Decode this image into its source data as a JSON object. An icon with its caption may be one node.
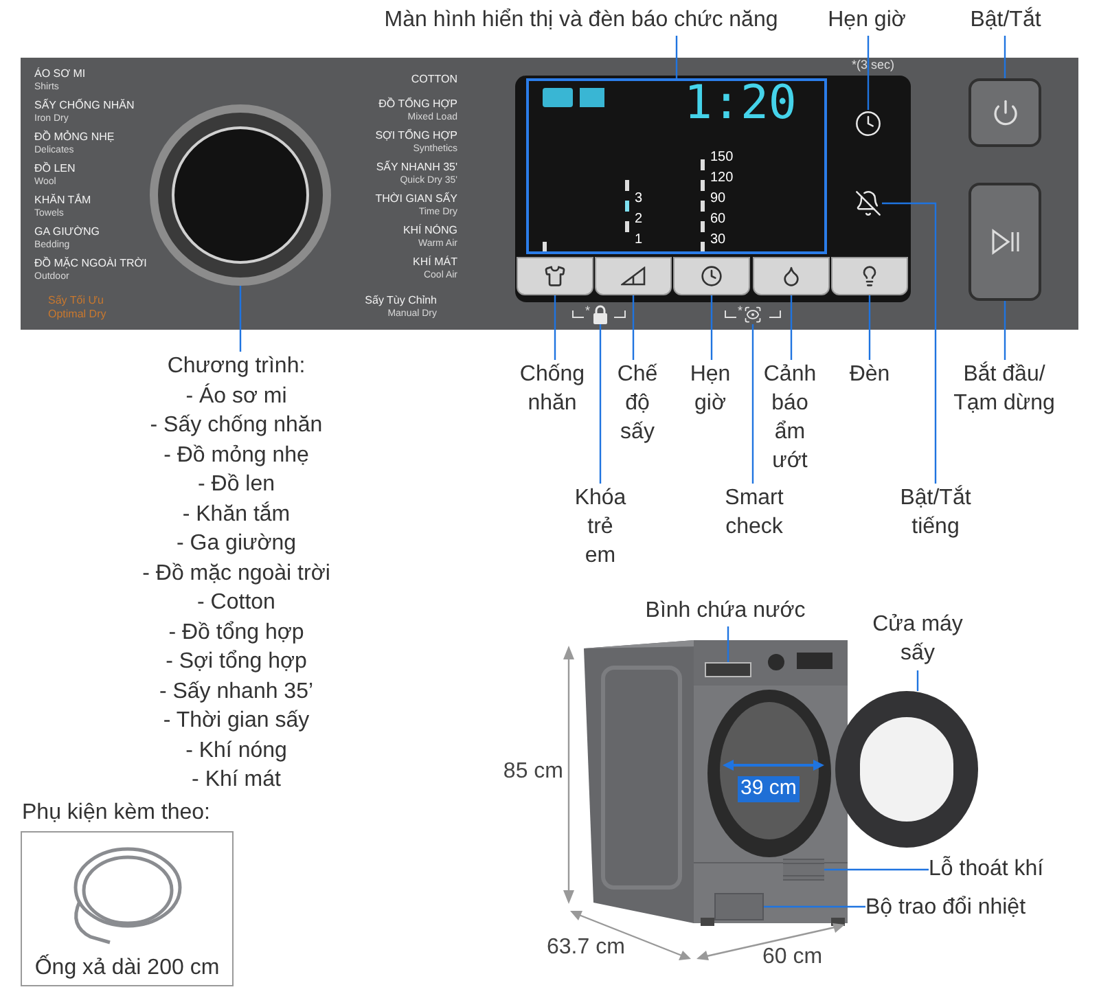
{
  "diagram": {
    "nodes": [
      {
        "text": [],
        "shape": "picture"
      },
      {
        "text": [],
        "shape": "circle",
        "in": 0
      },
      {
        "text": [],
        "shape": "box",
        "in": 0
      },
      {
        "text": [],
        "shape": "picture",
        "in": 0
      },
      {
        "text": [],
        "shape": "box",
        "in": 0
      },
      {
        "text": [],
        "shape": "picture",
        "in": 0
      },
      {
        "text": [],
        "shape": "box",
        "in": 0
      },
      {
        "text": [],
        "shape": "box",
        "in": 0
      },
      {
        "text": [],
        "shape": "box",
        "in": 0
      },
      {
        "text": [],
        "shape": "box",
        "in": 0
      },
      {
        "text": [],
        "shape": "box",
        "in": 0
      },
      {
        "text": [],
        "shape": "box",
        "in": 0
      },
      {
        "text": [],
        "shape": "picture",
        "in": 0
      },
      {
        "text": [],
        "shape": "picture",
        "in": 0
      },
      {
        "text": [
          "Màn hình hiển thị và đèn báo chức năng"
        ]
      },
      {
        "text": [
          "Hẹn giờ"
        ]
      },
      {
        "text": [
          "Bật/Tắt"
        ]
      },
      {
        "text": [
          "Chương trình:",
          "- Áo sơ mi",
          "- Sấy chống nhăn",
          "- Đồ mỏng nhẹ",
          "- Đồ len",
          "- Khăn tắm",
          "- Ga giường",
          "- Đồ mặc ngoài trời",
          "- Cotton",
          "- Đồ tổng hợp",
          "- Sợi tổng hợp",
          "- Sấy nhanh 35’",
          "- Thời gian sấy",
          "- Khí nóng",
          "- Khí mát"
        ]
      },
      {
        "text": [
          "Chống nhăn"
        ]
      },
      {
        "text": [
          "Chế độ sấy"
        ]
      },
      {
        "text": [
          "Hẹn giờ"
        ]
      },
      {
        "text": [
          "Cảnh báo ẩm ướt"
        ]
      },
      {
        "text": [
          "Đèn"
        ]
      },
      {
        "text": [
          "Bắt đầu/ Tạm dừng"
        ]
      },
      {
        "text": [
          "Khóa trẻ em"
        ]
      },
      {
        "text": [
          "Smart check"
        ]
      },
      {
        "text": [
          "Bật/Tắt tiếng"
        ]
      },
      {
        "text": [],
        "shape": "picture"
      },
      {
        "text": [],
        "shape": "box",
        "in": 27
      },
      {
        "text": [],
        "shape": "circle"
      },
      {
        "text": [],
        "shape": "box",
        "in": 27
      },
      {
        "text": [],
        "shape": "box",
        "in": 27
      },
      {
        "text": [
          "Bình chứa nước"
        ]
      },
      {
        "text": [
          "Cửa máy sấy"
        ]
      },
      {
        "text": [
          "Lỗ thoát khí"
        ]
      },
      {
        "text": [
          "Bộ trao đổi nhiệt"
        ]
      },
      {
        "text": [
          "Phụ kiện kèm theo:",
          "Ống xả dài 200 cm"
        ]
      }
    ],
    "edges": [
      {
        "from": 14,
        "to": 2,
        "arrow": "none"
      },
      {
        "from": 15,
        "to": 3,
        "arrow": "none"
      },
      {
        "from": 16,
        "to": 4,
        "arrow": "none"
      },
      {
        "from": 17,
        "to": 1,
        "arrow": "none"
      },
      {
        "from": 18,
        "to": 7,
        "arrow": "none"
      },
      {
        "from": 19,
        "to": 8,
        "arrow": "none"
      },
      {
        "from": 20,
        "to": 9,
        "arrow": "none"
      },
      {
        "from": 21,
        "to": 10,
        "arrow": "none"
      },
      {
        "from": 22,
        "to": 11,
        "arrow": "none"
      },
      {
        "from": 23,
        "to": 6,
        "arrow": "none"
      },
      {
        "from": 24,
        "to": 12,
        "arrow": "none"
      },
      {
        "from": 25,
        "to": 13,
        "arrow": "none"
      },
      {
        "from": 26,
        "to": 5,
        "arrow": "none"
      },
      {
        "from": 32,
        "to": 28,
        "arrow": "none"
      },
      {
        "from": 33,
        "to": 29,
        "arrow": "none"
      },
      {
        "from": 34,
        "to": 30,
        "arrow": "none"
      },
      {
        "from": 35,
        "to": 31,
        "arrow": "none"
      }
    ],
    "labels": [
      "ÁO SƠ MI",
      "Shirts",
      "SẤY CHỐNG NHĂN",
      "Iron Dry",
      "ĐỒ MỎNG NHẸ",
      "Delicates",
      "ĐỒ LEN",
      "Wool",
      "KHĂN TẮM",
      "Towels",
      "GA GIƯỜNG",
      "Bedding",
      "ĐỒ MẶC NGOÀI TRỜI",
      "Outdoor",
      "Sấy Tối Ưu",
      "Optimal Dry",
      "COTTON",
      "ĐỒ TỔNG HỢP",
      "Mixed Load",
      "SỢI TỔNG HỢP",
      "Synthetics",
      "SẤY NHANH 35'",
      "Quick Dry 35'",
      "THỜI GIAN SẤY",
      "Time Dry",
      "KHÍ NÓNG",
      "Warm Air",
      "KHÍ MÁT",
      "Cool Air",
      "Sấy Tùy Chỉnh",
      "Manual Dry",
      "1:20",
      "150",
      "120",
      "3",
      "90",
      "2",
      "60",
      "1",
      "30",
      "*(3 sec)",
      "85 cm",
      "39 cm",
      "63.7 cm",
      "60 cm",
      "*",
      "*"
    ]
  }
}
